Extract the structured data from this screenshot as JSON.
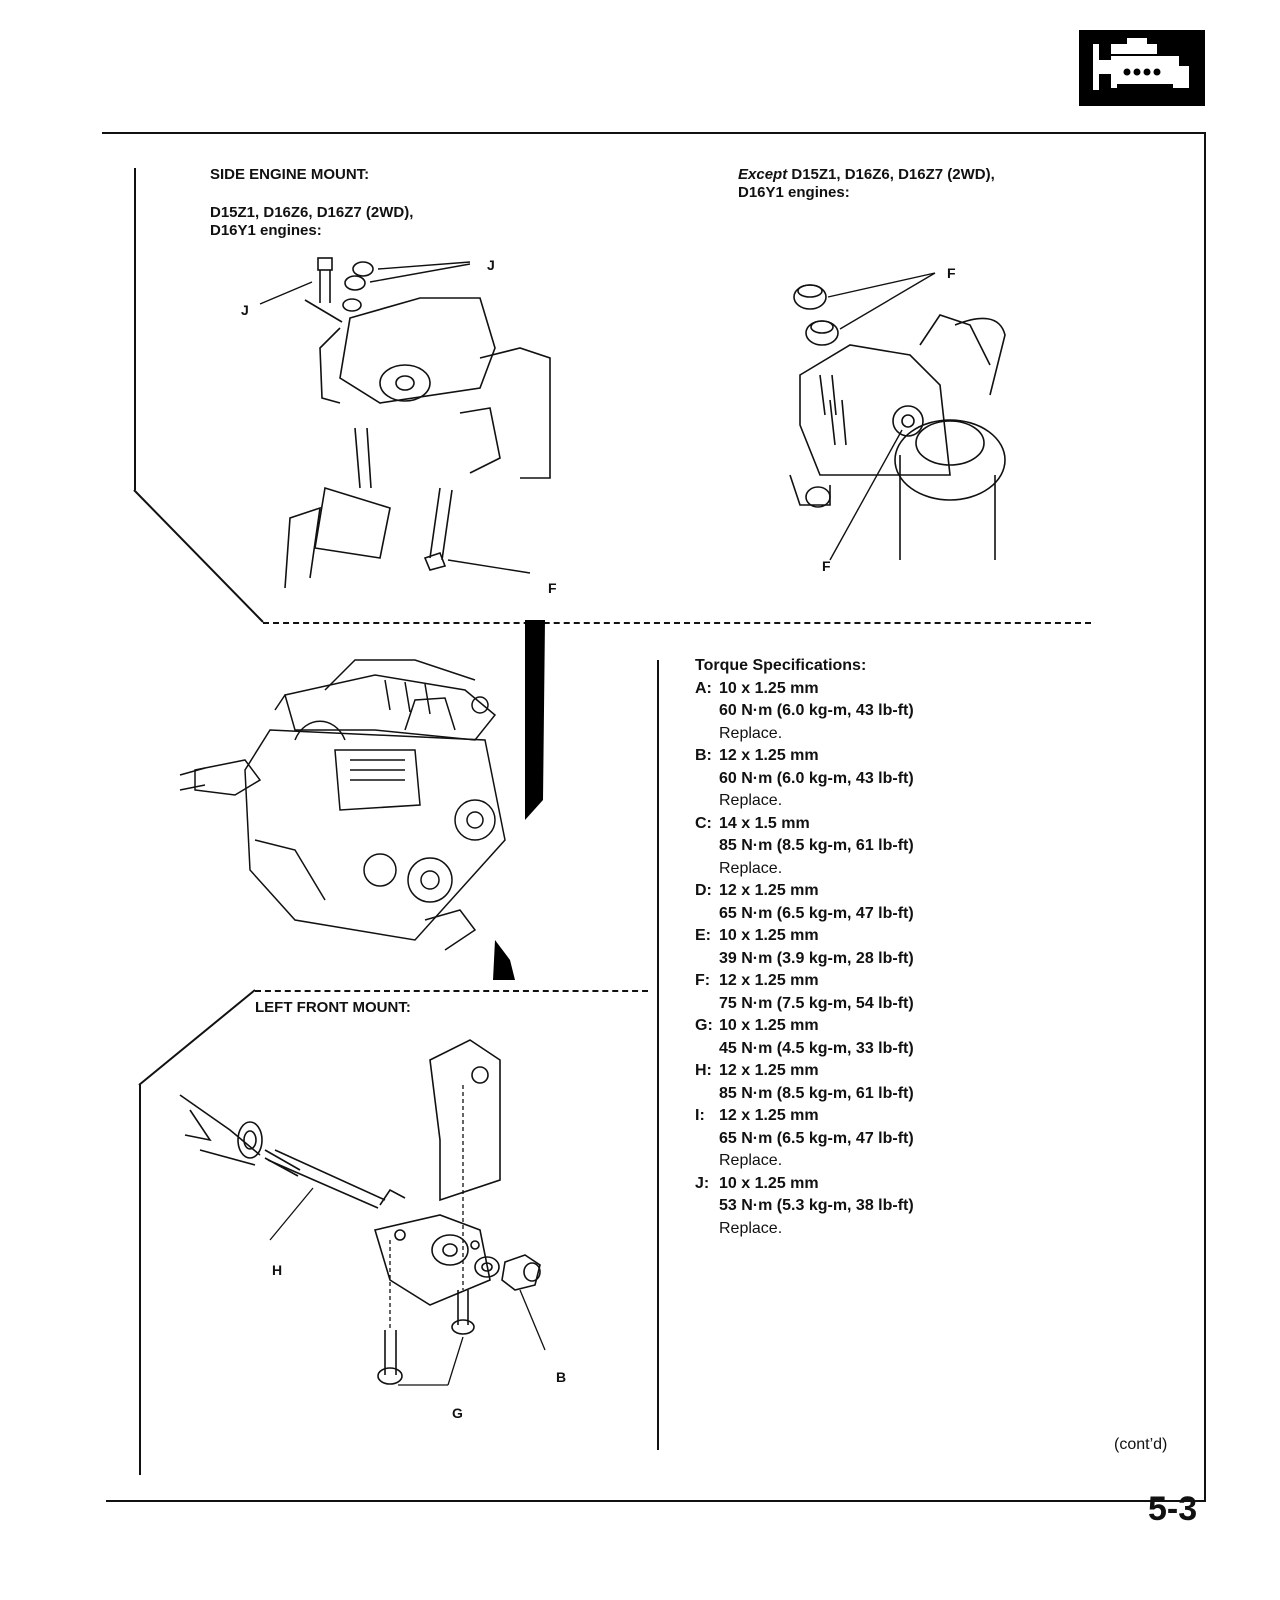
{
  "header": {
    "section_icon": "engine-block-icon"
  },
  "side_mount": {
    "title": "SIDE ENGINE MOUNT:",
    "left_variant": "D15Z1, D16Z6, D16Z7 (2WD),\nD16Y1 engines:",
    "right_variant_prefix": "Except",
    "right_variant_rest": " D15Z1, D16Z6, D16Z7 (2WD),",
    "right_variant_line2": "D16Y1 engines:"
  },
  "callouts": {
    "j": "J",
    "f": "F",
    "h": "H",
    "g": "G",
    "b": "B"
  },
  "left_front_mount": {
    "title": "LEFT FRONT MOUNT:"
  },
  "torque": {
    "title": "Torque Specifications:",
    "items": [
      {
        "key": "A:",
        "size": "10 x 1.25 mm",
        "spec": "60 N·m (6.0 kg-m, 43 lb-ft)",
        "note": "Replace."
      },
      {
        "key": "B:",
        "size": "12 x 1.25 mm",
        "spec": "60 N·m (6.0 kg-m, 43 lb-ft)",
        "note": "Replace."
      },
      {
        "key": "C:",
        "size": "14 x 1.5 mm",
        "spec": "85 N·m (8.5 kg-m, 61 lb-ft)",
        "note": "Replace."
      },
      {
        "key": "D:",
        "size": "12 x 1.25 mm",
        "spec": "65 N·m (6.5 kg-m, 47 lb-ft)",
        "note": ""
      },
      {
        "key": "E:",
        "size": "10 x 1.25 mm",
        "spec": "39 N·m (3.9 kg-m, 28 lb-ft)",
        "note": ""
      },
      {
        "key": "F:",
        "size": "12 x 1.25 mm",
        "spec": "75 N·m (7.5 kg-m, 54 lb-ft)",
        "note": ""
      },
      {
        "key": "G:",
        "size": "10 x 1.25 mm",
        "spec": "45 N·m (4.5 kg-m, 33 lb-ft)",
        "note": ""
      },
      {
        "key": "H:",
        "size": "12 x 1.25 mm",
        "spec": "85 N·m (8.5 kg-m, 61 lb-ft)",
        "note": ""
      },
      {
        "key": "I:",
        "size": "12 x 1.25 mm",
        "spec": "65 N·m (6.5 kg-m, 47 lb-ft)",
        "note": "Replace."
      },
      {
        "key": "J:",
        "size": "10 x 1.25 mm",
        "spec": "53 N·m (5.3 kg-m, 38 lb-ft)",
        "note": "Replace."
      }
    ]
  },
  "footer": {
    "contd": "(cont’d)",
    "page_number": "5-3"
  }
}
